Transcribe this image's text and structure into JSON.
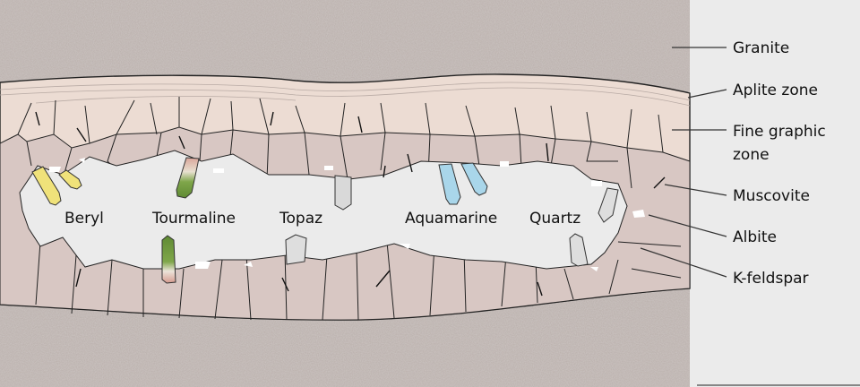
{
  "title": "Pegmatite pocket cross-section",
  "colors": {
    "granite": "#bcb2ae",
    "aplite": "#ecdcd3",
    "feldspar": "#d8c7c3",
    "cavity": "#ebebeb",
    "beryl": "#f0e27a",
    "tourmaline": "#6e9a3c",
    "tourmaline_pink": "#d9a59a",
    "topaz": "#d9d9d9",
    "aquamarine": "#a9d6ea",
    "quartz": "#dedede"
  },
  "zone_labels": [
    {
      "id": "granite",
      "text": "Granite"
    },
    {
      "id": "aplite",
      "text": "Aplite zone"
    },
    {
      "id": "fine-graphic",
      "text": "Fine graphic",
      "text2": "zone"
    },
    {
      "id": "muscovite",
      "text": "Muscovite"
    },
    {
      "id": "albite",
      "text": "Albite"
    },
    {
      "id": "k-feldspar",
      "text": "K-feldspar"
    }
  ],
  "crystal_labels": [
    {
      "id": "beryl",
      "text": "Beryl"
    },
    {
      "id": "tourmaline",
      "text": "Tourmaline"
    },
    {
      "id": "topaz",
      "text": "Topaz"
    },
    {
      "id": "aquamarine",
      "text": "Aquamarine"
    },
    {
      "id": "quartz",
      "text": "Quartz"
    }
  ]
}
